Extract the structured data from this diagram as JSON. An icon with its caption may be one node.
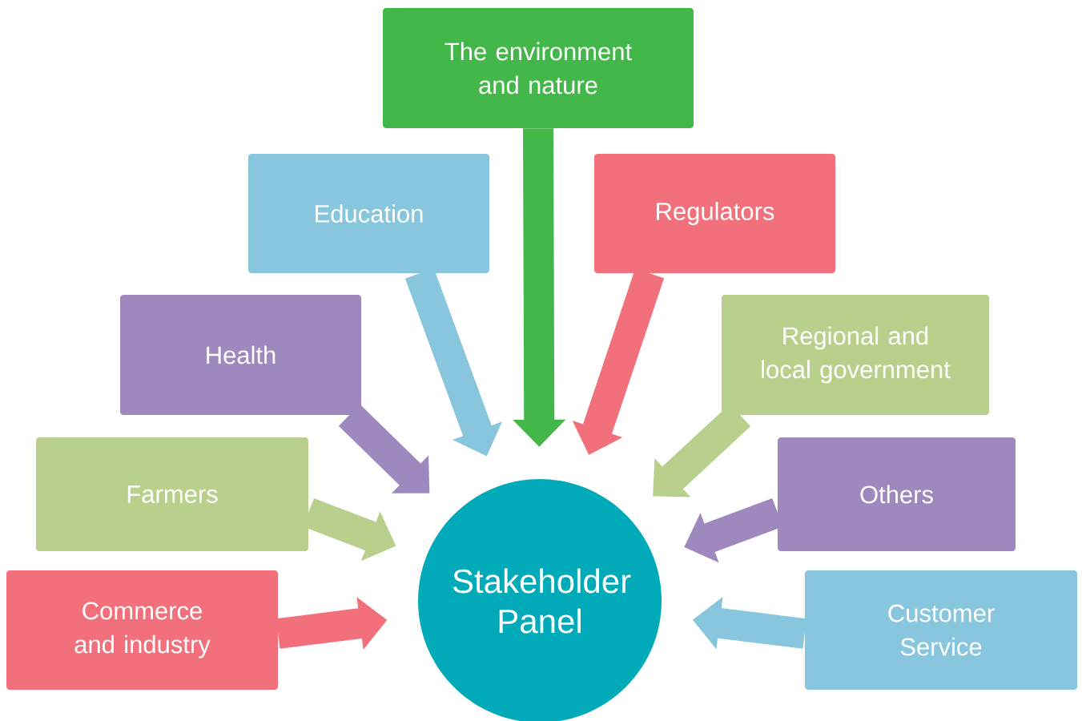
{
  "diagram": {
    "nodes": [
      {
        "text": [
          "The environment and nature"
        ]
      },
      {
        "text": [
          "Education"
        ]
      },
      {
        "text": [
          "Regulators"
        ]
      },
      {
        "text": [
          "Health"
        ]
      },
      {
        "text": [
          "Regional and local government"
        ]
      },
      {
        "text": [
          "Farmers"
        ]
      },
      {
        "text": [
          "Others"
        ]
      },
      {
        "text": [
          "Commerce and industry"
        ]
      },
      {
        "text": [
          "Customer Service"
        ]
      },
      {
        "text": [
          "Stakeholder Panel"
        ]
      }
    ],
    "edges": [
      {
        "from": 0,
        "to": 9,
        "arrow": "to",
        "color": "#44b74a"
      },
      {
        "from": 1,
        "to": 9,
        "arrow": "to",
        "color": "#88c6de"
      },
      {
        "from": 2,
        "to": 9,
        "arrow": "to",
        "color": "#f2707b"
      },
      {
        "from": 3,
        "to": 9,
        "arrow": "to",
        "color": "#9e88be"
      },
      {
        "from": 4,
        "to": 9,
        "arrow": "to",
        "color": "#b9cf8c"
      },
      {
        "from": 5,
        "to": 9,
        "arrow": "to",
        "color": "#b9cf8c"
      },
      {
        "from": 6,
        "to": 9,
        "arrow": "to",
        "color": "#9e88be"
      },
      {
        "from": 7,
        "to": 9,
        "arrow": "to",
        "color": "#f2707b"
      },
      {
        "from": 8,
        "to": 9,
        "arrow": "to",
        "color": "#88c6de"
      }
    ]
  }
}
